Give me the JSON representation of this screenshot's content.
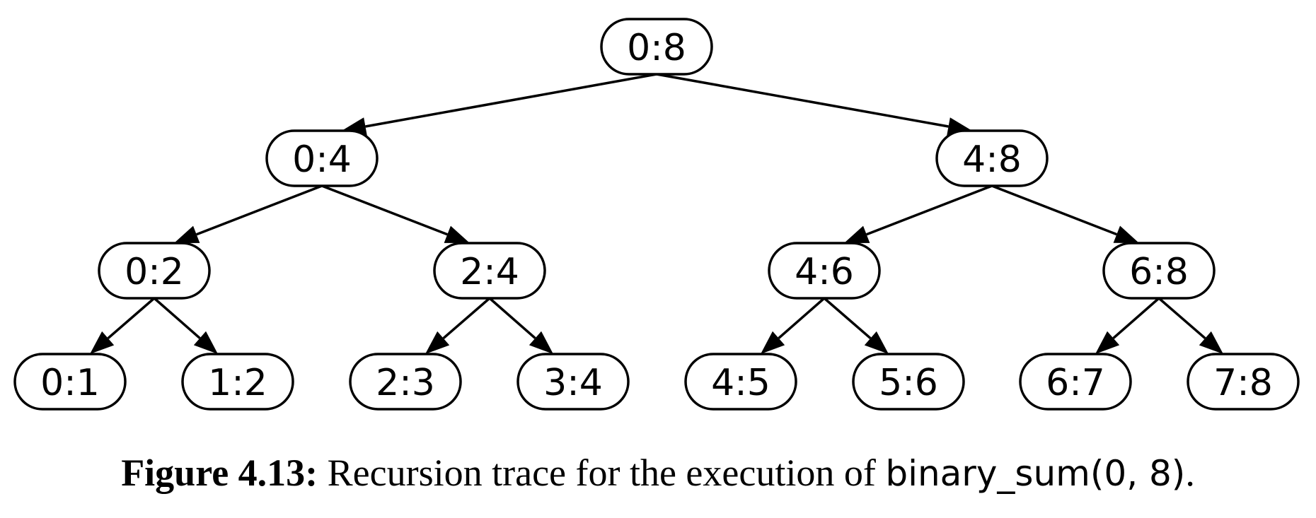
{
  "nodes": [
    {
      "id": "n08",
      "label": "0:8"
    },
    {
      "id": "n04",
      "label": "0:4"
    },
    {
      "id": "n48",
      "label": "4:8"
    },
    {
      "id": "n02",
      "label": "0:2"
    },
    {
      "id": "n24",
      "label": "2:4"
    },
    {
      "id": "n46",
      "label": "4:6"
    },
    {
      "id": "n68",
      "label": "6:8"
    },
    {
      "id": "n01",
      "label": "0:1"
    },
    {
      "id": "n12",
      "label": "1:2"
    },
    {
      "id": "n23",
      "label": "2:3"
    },
    {
      "id": "n34",
      "label": "3:4"
    },
    {
      "id": "n45",
      "label": "4:5"
    },
    {
      "id": "n56",
      "label": "5:6"
    },
    {
      "id": "n67",
      "label": "6:7"
    },
    {
      "id": "n78",
      "label": "7:8"
    }
  ],
  "edges": [
    {
      "from": "n08",
      "to": "n04"
    },
    {
      "from": "n08",
      "to": "n48"
    },
    {
      "from": "n04",
      "to": "n02"
    },
    {
      "from": "n04",
      "to": "n24"
    },
    {
      "from": "n48",
      "to": "n46"
    },
    {
      "from": "n48",
      "to": "n68"
    },
    {
      "from": "n02",
      "to": "n01"
    },
    {
      "from": "n02",
      "to": "n12"
    },
    {
      "from": "n24",
      "to": "n23"
    },
    {
      "from": "n24",
      "to": "n34"
    },
    {
      "from": "n46",
      "to": "n45"
    },
    {
      "from": "n46",
      "to": "n56"
    },
    {
      "from": "n68",
      "to": "n67"
    },
    {
      "from": "n68",
      "to": "n78"
    }
  ],
  "caption": {
    "label": "Figure 4.13:",
    "text": " Recursion trace for the execution of ",
    "code": "binary_sum(0, 8)",
    "end": "."
  }
}
